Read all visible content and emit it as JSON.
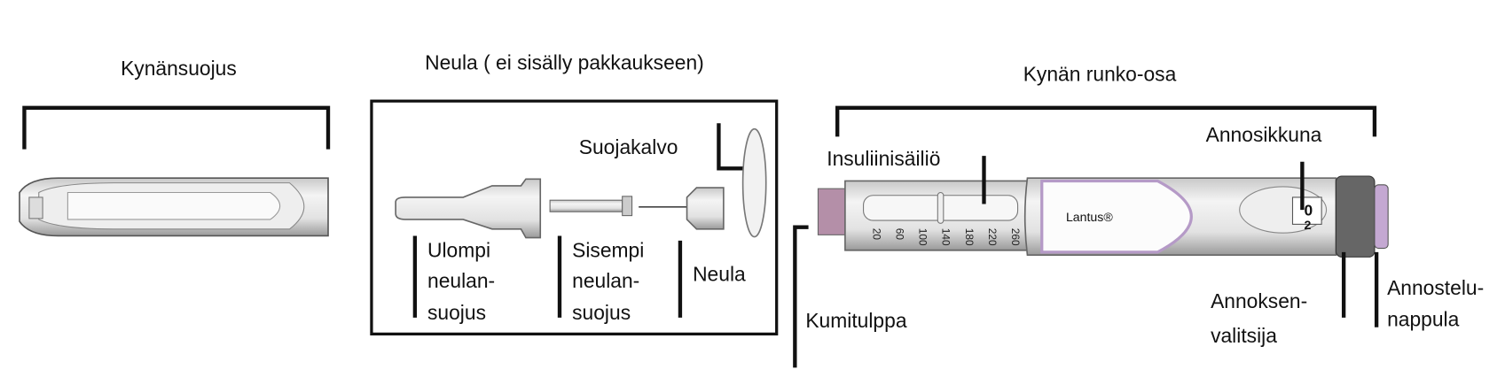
{
  "cap_section": {
    "title": "Kynänsuojus"
  },
  "needle_section": {
    "title": "Neula ( ei sisälly pakkaukseen)",
    "seal_label": "Suojakalvo",
    "outer_cap_label": [
      "Ulompi",
      "neulan-",
      "suojus"
    ],
    "inner_cap_label": [
      "Sisempi",
      "neulan-",
      "suojus"
    ],
    "needle_label": "Neula"
  },
  "body_section": {
    "title": "Kynän runko-osa",
    "reservoir_label": "Insuliinisäiliö",
    "dose_window_label": "Annosikkuna",
    "rubber_seal_label": "Kumitulppa",
    "dose_selector_label": [
      "Annoksen-",
      "valitsija"
    ],
    "injection_button_label": [
      "Annostelu-",
      "nappula"
    ],
    "brand": "Lantus®",
    "scale": [
      "20",
      "60",
      "100",
      "140",
      "180",
      "220",
      "260"
    ],
    "dose_window_digits": [
      "0",
      "2"
    ]
  }
}
